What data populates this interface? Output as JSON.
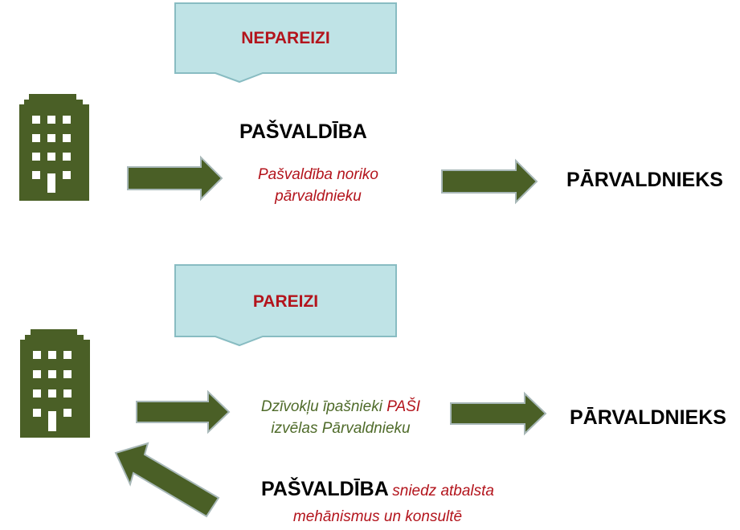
{
  "colors": {
    "callout_fill": "#bfe3e6",
    "callout_stroke": "#88bcc2",
    "arrow_fill": "#4a5f26",
    "arrow_stroke": "#a8b8b8",
    "building": "#4a5f26",
    "red_text": "#b3141c",
    "green_text": "#4f6b2a"
  },
  "top": {
    "callout_label": "NEPAREIZI",
    "source_title": "PAŠVALDĪBA",
    "note": "Pašvaldība noriko pārvaldnieku",
    "target": "PĀRVALDNIEKS"
  },
  "bottom": {
    "callout_label": "PAREIZI",
    "note_green": "Dzīvokļu īpašnieki",
    "note_red_emphasis": "PAŠI",
    "note_green_tail": "izvēlas Pārvaldnieku",
    "target": "PĀRVALDNIEKS",
    "support_title": "PAŠVALDĪBA",
    "support_note": "sniedz atbalsta mehānismus un konsultē"
  }
}
